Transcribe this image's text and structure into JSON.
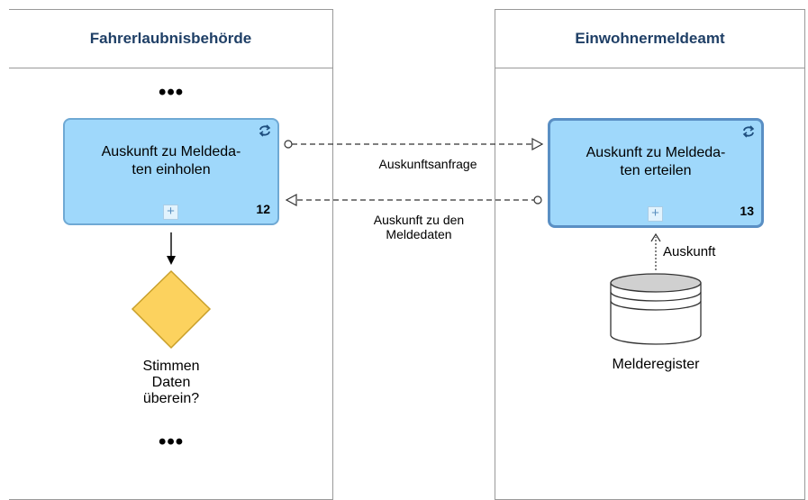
{
  "pools": {
    "left": {
      "title": "Fahrerlaubnisbehörde"
    },
    "right": {
      "title": "Einwohnermeldeamt"
    }
  },
  "ellipsis": "•••",
  "tasks": [
    {
      "line1": "Auskunft zu Meldeda-",
      "line2": "ten einholen",
      "number": "12",
      "icon": "loop-icon"
    },
    {
      "line1": "Auskunft zu Meldeda-",
      "line2": "ten erteilen",
      "number": "13",
      "icon": "loop-icon"
    }
  ],
  "messages": {
    "request": "Auskunftsanfrage",
    "response_line1": "Auskunft zu den",
    "response_line2": "Meldedaten"
  },
  "gateway": {
    "line1": "Stimmen",
    "line2": "Daten",
    "line3": "überein?"
  },
  "datastore": {
    "label": "Melderegister"
  },
  "association": {
    "label": "Auskunft"
  },
  "colors": {
    "task_fill": "#9fd8fb",
    "task_border": "#6fa9d4",
    "gateway_fill": "#fcd25e",
    "gateway_border": "#c9a02a",
    "header_text": "#1f3f66"
  }
}
